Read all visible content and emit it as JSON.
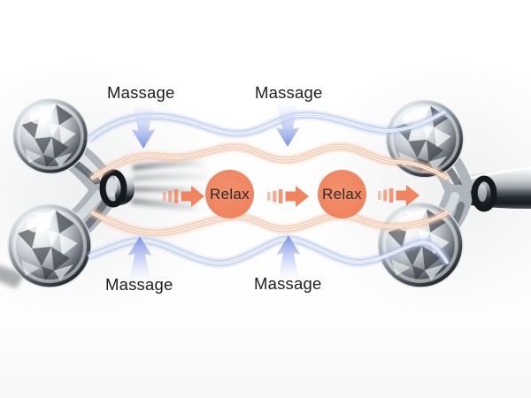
{
  "figure": {
    "type": "product-infographic",
    "labels": {
      "massage": [
        "Massage",
        "Massage",
        "Massage",
        "Massage"
      ],
      "relax": [
        "Relax",
        "Relax"
      ]
    },
    "icons": [
      "massage-roller-left-photo",
      "massage-roller-right-photo",
      "pressure-arrow-down-icon",
      "pressure-arrow-up-icon",
      "flow-arrow-right-icon",
      "blue-wave-line",
      "orange-wave-line"
    ],
    "colors": {
      "orange": "#EF845F",
      "orange_wave": "#F6BD9C",
      "blue_arrow": "#7E92E0",
      "blue_wave": "#AFC0F0",
      "ink": "#1E1E1E",
      "relax_text": "#2C2C2C",
      "background": "#FEFEFE"
    }
  }
}
